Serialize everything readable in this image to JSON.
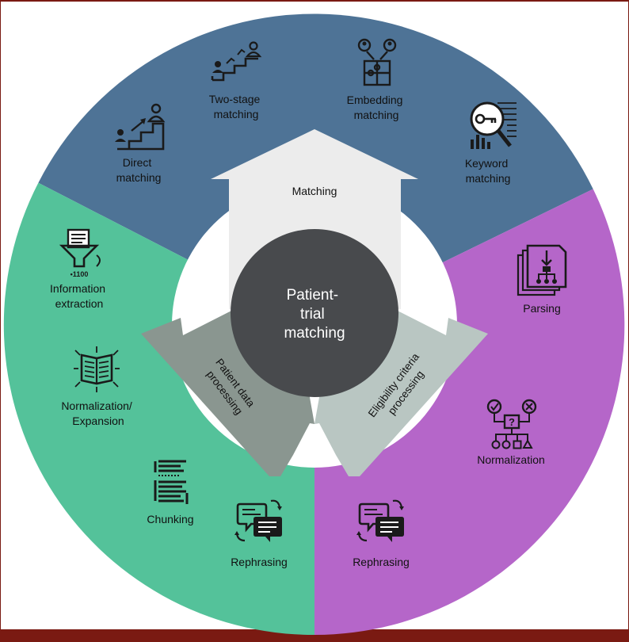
{
  "colors": {
    "frame": "#7a1a12",
    "matching_sector": "#4e7396",
    "patient_sector": "#54c29a",
    "eligibility_sector": "#b566c9",
    "center": "#484a4d",
    "arrow_top": "#ececec",
    "arrow_left": "#8a9690",
    "arrow_right": "#b9c6c2",
    "icon": "#1a1a1a"
  },
  "center": {
    "lines": [
      "Patient-",
      "trial",
      "matching"
    ]
  },
  "arrows": {
    "matching": "Matching",
    "patient": [
      "Patient data",
      "processing"
    ],
    "eligibility": [
      "Eligibility criteria",
      "processing"
    ]
  },
  "sectors": {
    "matching": {
      "items": [
        {
          "icon": "stairs-person-icon",
          "lines": [
            "Direct",
            "matching"
          ]
        },
        {
          "icon": "two-stage-stairs-icon",
          "lines": [
            "Two-stage",
            "matching"
          ]
        },
        {
          "icon": "puzzle-people-icon",
          "lines": [
            "Embedding",
            "matching"
          ]
        },
        {
          "icon": "key-magnifier-icon",
          "lines": [
            "Keyword",
            "matching"
          ]
        }
      ]
    },
    "patient": {
      "items": [
        {
          "icon": "funnel-document-icon",
          "lines": [
            "Information",
            "extraction"
          ]
        },
        {
          "icon": "open-book-icon",
          "lines": [
            "Normalization/",
            "Expansion"
          ]
        },
        {
          "icon": "text-chunks-icon",
          "lines": [
            "Chunking"
          ]
        },
        {
          "icon": "chat-rephrase-icon",
          "lines": [
            "Rephrasing"
          ]
        }
      ]
    },
    "eligibility": {
      "items": [
        {
          "icon": "document-tree-icon",
          "lines": [
            "Parsing"
          ]
        },
        {
          "icon": "decision-tree-icon",
          "lines": [
            "Normalization"
          ]
        },
        {
          "icon": "chat-rephrase-icon",
          "lines": [
            "Rephrasing"
          ]
        }
      ]
    }
  }
}
